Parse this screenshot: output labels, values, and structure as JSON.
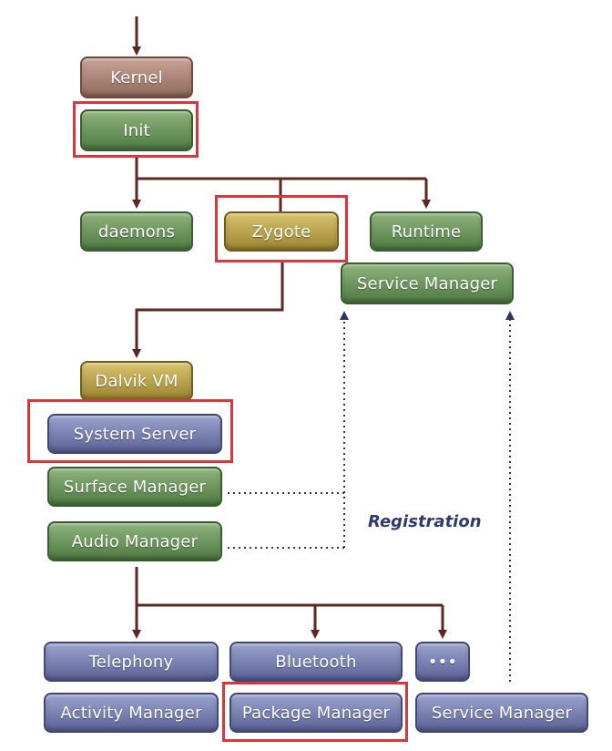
{
  "nodes": {
    "kernel": "Kernel",
    "init": "Init",
    "daemons": "daemons",
    "zygote": "Zygote",
    "runtime": "Runtime",
    "service_manager_top": "Service Manager",
    "dalvik_vm": "Dalvik VM",
    "system_server": "System Server",
    "surface_manager": "Surface Manager",
    "audio_manager": "Audio Manager",
    "telephony": "Telephony",
    "bluetooth": "Bluetooth",
    "more": "•••",
    "activity_manager": "Activity Manager",
    "package_manager": "Package Manager",
    "service_manager_bottom": "Service Manager"
  },
  "annotations": {
    "registration": "Registration"
  },
  "colors": {
    "arrow": "#5a2a22",
    "dotted": "#2c3566",
    "highlight": "#d9363e"
  }
}
